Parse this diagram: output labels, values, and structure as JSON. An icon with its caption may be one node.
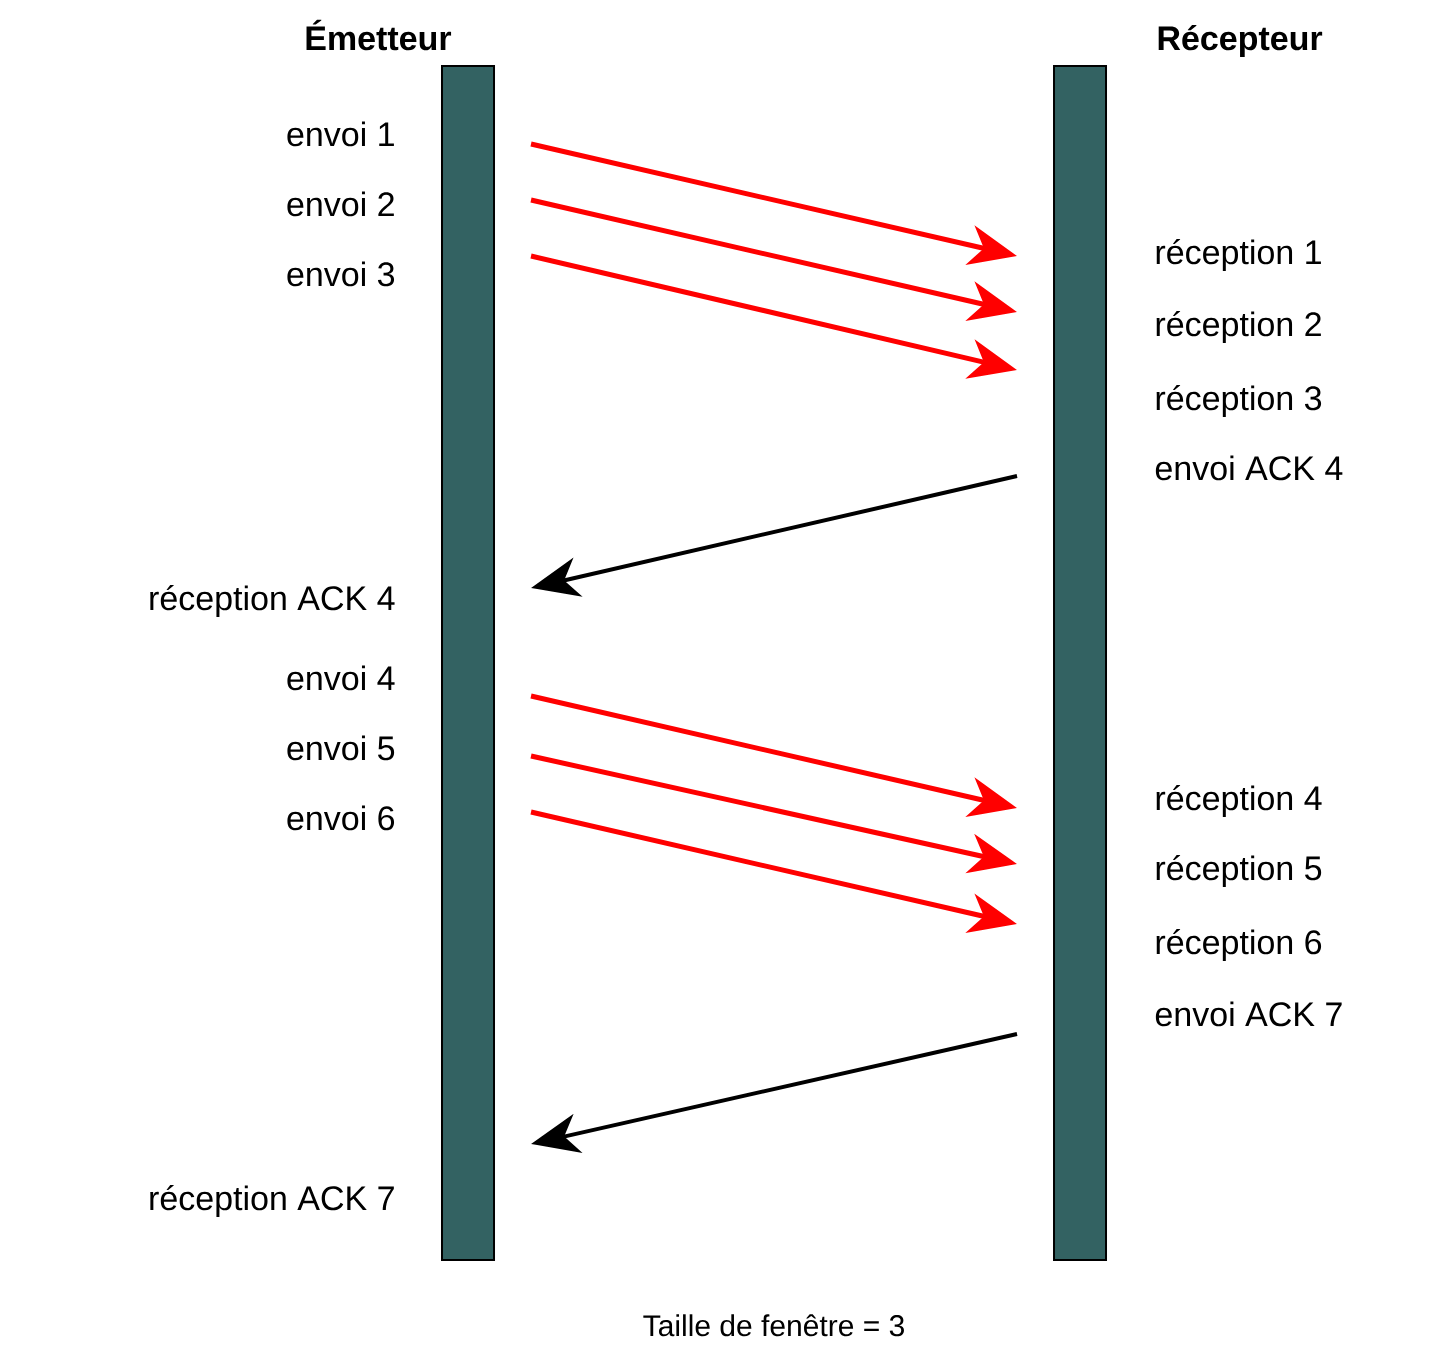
{
  "diagram": {
    "caption": "Taille de fenêtre = 3",
    "nodes": [
      {
        "text": [
          "Émetteur"
        ],
        "beside": [
          "envoi 1",
          "envoi 2",
          "envoi 3",
          "réception ACK 4",
          "envoi 4",
          "envoi 5",
          "envoi 6",
          "réception ACK 7"
        ]
      },
      {
        "text": [
          "Récepteur"
        ],
        "beside": [
          "réception 1",
          "réception 2",
          "réception 3",
          "envoi ACK 4",
          "réception 4",
          "réception 5",
          "réception 6",
          "envoi ACK 7"
        ]
      }
    ],
    "edges": [
      {
        "from": 0,
        "to": 1,
        "arrow": "to"
      },
      {
        "from": 0,
        "to": 1,
        "arrow": "to"
      },
      {
        "from": 0,
        "to": 1,
        "arrow": "to"
      },
      {
        "from": 1,
        "to": 0,
        "arrow": "to",
        "color": "#000000"
      },
      {
        "from": 0,
        "to": 1,
        "arrow": "to"
      },
      {
        "from": 0,
        "to": 1,
        "arrow": "to"
      },
      {
        "from": 0,
        "to": 1,
        "arrow": "to"
      },
      {
        "from": 1,
        "to": 0,
        "arrow": "to",
        "color": "#000000"
      }
    ]
  }
}
